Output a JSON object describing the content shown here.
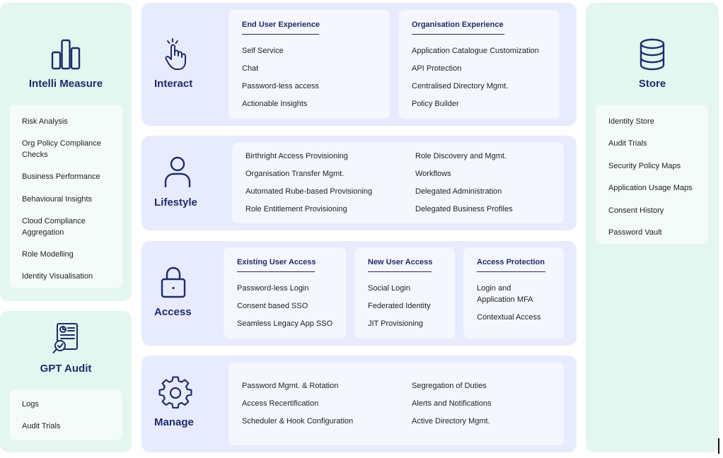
{
  "intelli": {
    "title": "Intelli Measure",
    "items": [
      "Risk Analysis",
      "Org Policy Compliance Checks",
      "Business Performance",
      "Behavioural Insights",
      "Cloud Compliance Aggregation",
      "Role Modelling",
      "Identity Visualisation"
    ]
  },
  "gpt": {
    "title": "GPT Audit",
    "items": [
      "Logs",
      "Audit Trials"
    ]
  },
  "store": {
    "title": "Store",
    "items": [
      "Identity Store",
      "Audit Trials",
      "Security Policy Maps",
      "Application Usage Maps",
      "Consent History",
      "Password Vault"
    ]
  },
  "interact": {
    "title": "Interact",
    "end_user": {
      "title": "End User Experience",
      "items": [
        "Self Service",
        "Chat",
        "Password-less access",
        "Actionable Insights"
      ]
    },
    "organisation": {
      "title": "Organisation Experience",
      "items": [
        "Application Catalogue Customization",
        "API Protection",
        "Centralised Directory Mgmt.",
        "Policy Builder"
      ]
    }
  },
  "lifestyle": {
    "title": "Lifestyle",
    "left": [
      "Birthright Access Provisioning",
      "Organisation Transfer Mgmt.",
      "Automated Rube-based Provisioning",
      "Role Entitlement Provisioning"
    ],
    "right": [
      "Role Discovery and Mgmt.",
      "Workflows",
      "Delegated Administration",
      "Delegated Business Profiles"
    ]
  },
  "access": {
    "title": "Access",
    "existing": {
      "title": "Existing User Access",
      "items": [
        "Password-less Login",
        "Consent based SSO",
        "Seamless Legacy App SSO"
      ]
    },
    "new_user": {
      "title": "New User Access",
      "items": [
        "Social Login",
        "Federated Identity",
        "JIT Provisioning"
      ]
    },
    "protection": {
      "title": "Access Protection",
      "items": [
        "Login and Application MFA",
        "Contextual Access"
      ]
    }
  },
  "manage": {
    "title": "Manage",
    "left": [
      "Password Mgmt. & Rotation",
      "Access Recertification",
      "Scheduler & Hook Configuration"
    ],
    "right": [
      "Segregation of Duties",
      "Alerts and Notifications",
      "Active Directory Mgmt."
    ]
  },
  "colors": {
    "heading": "#1e2c6b",
    "green_panel": "#e3f6ef",
    "blue_panel": "#e7ebfd"
  },
  "icons": [
    "bar-chart-icon",
    "report-audit-icon",
    "database-icon",
    "pointer-hand-icon",
    "user-icon",
    "padlock-icon",
    "gear-icon"
  ]
}
